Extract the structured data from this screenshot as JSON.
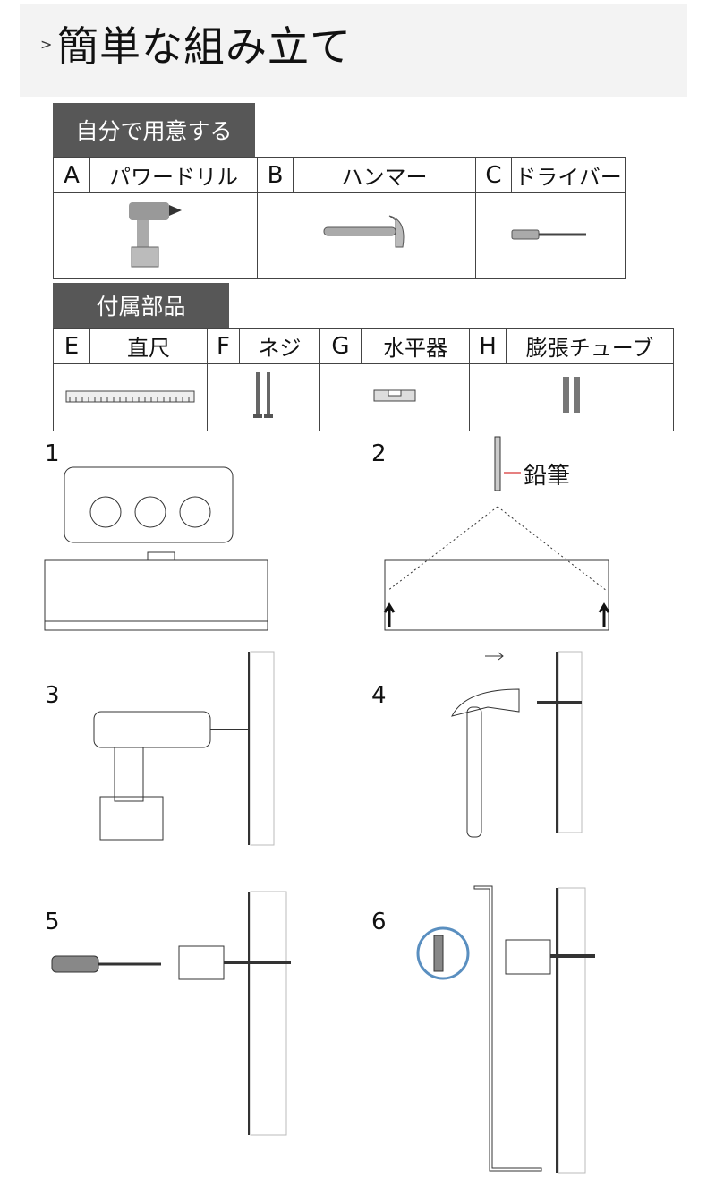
{
  "header": {
    "chevron": ">",
    "title": "簡単な組み立て"
  },
  "tools": {
    "label": "自分で用意する",
    "items": [
      {
        "letter": "A",
        "name": "パワードリル",
        "icon": "power-drill-icon"
      },
      {
        "letter": "B",
        "name": "ハンマー",
        "icon": "hammer-icon"
      },
      {
        "letter": "C",
        "name": "ドライバー",
        "icon": "screwdriver-icon"
      }
    ]
  },
  "parts": {
    "label": "付属部品",
    "items": [
      {
        "letter": "E",
        "name": "直尺",
        "icon": "ruler-icon"
      },
      {
        "letter": "F",
        "name": "ネジ",
        "icon": "screws-icon"
      },
      {
        "letter": "G",
        "name": "水平器",
        "icon": "level-icon"
      },
      {
        "letter": "H",
        "name": "膨張チューブ",
        "icon": "anchors-icon"
      }
    ]
  },
  "steps": [
    {
      "num": "1"
    },
    {
      "num": "2",
      "annotation": "鉛筆"
    },
    {
      "num": "3"
    },
    {
      "num": "4"
    },
    {
      "num": "5"
    },
    {
      "num": "6"
    }
  ]
}
